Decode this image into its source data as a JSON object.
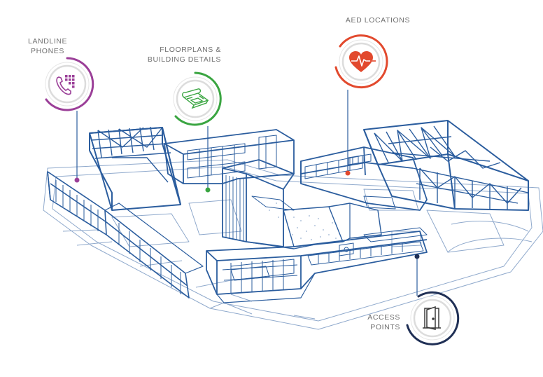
{
  "colors": {
    "blueprint": "#2b5d9e",
    "blueprint_light": "#8fa9cc",
    "landline": "#9b3f98",
    "floorplans": "#3aa541",
    "aed": "#e2492d",
    "access": "#1f2f55",
    "label_text": "#6f6f6f"
  },
  "callouts": [
    {
      "id": "landline",
      "label_lines": [
        "LANDLINE",
        "PHONES"
      ],
      "icon": "phone-keypad-icon"
    },
    {
      "id": "floorplans",
      "label_lines": [
        "FLOORPLANS &",
        "BUILDING DETAILS"
      ],
      "icon": "floorplan-roll-icon"
    },
    {
      "id": "aed",
      "label_lines": [
        "AED LOCATIONS"
      ],
      "icon": "heart-pulse-icon"
    },
    {
      "id": "access",
      "label_lines": [
        "ACCESS",
        "POINTS"
      ],
      "icon": "door-icon"
    }
  ]
}
